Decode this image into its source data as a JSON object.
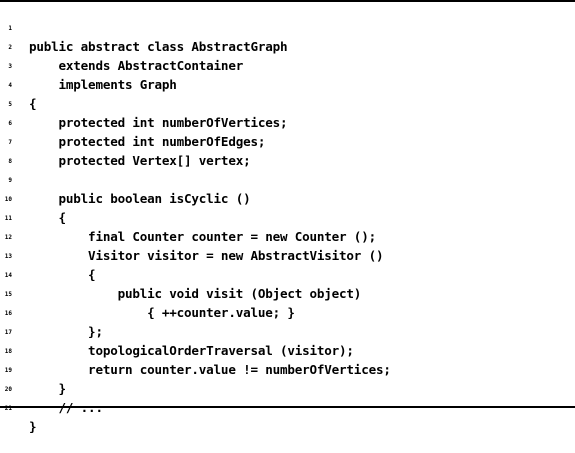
{
  "listing": {
    "lines": [
      {
        "number": "1",
        "code": "public abstract class AbstractGraph"
      },
      {
        "number": "2",
        "code": "    extends AbstractContainer"
      },
      {
        "number": "3",
        "code": "    implements Graph"
      },
      {
        "number": "4",
        "code": "{"
      },
      {
        "number": "5",
        "code": "    protected int numberOfVertices;"
      },
      {
        "number": "6",
        "code": "    protected int numberOfEdges;"
      },
      {
        "number": "7",
        "code": "    protected Vertex[] vertex;"
      },
      {
        "number": "8",
        "code": ""
      },
      {
        "number": "9",
        "code": "    public boolean isCyclic ()"
      },
      {
        "number": "10",
        "code": "    {"
      },
      {
        "number": "11",
        "code": "        final Counter counter = new Counter ();"
      },
      {
        "number": "12",
        "code": "        Visitor visitor = new AbstractVisitor ()"
      },
      {
        "number": "13",
        "code": "        {"
      },
      {
        "number": "14",
        "code": "            public void visit (Object object)"
      },
      {
        "number": "15",
        "code": "                { ++counter.value; }"
      },
      {
        "number": "16",
        "code": "        };"
      },
      {
        "number": "17",
        "code": "        topologicalOrderTraversal (visitor);"
      },
      {
        "number": "18",
        "code": "        return counter.value != numberOfVertices;"
      },
      {
        "number": "19",
        "code": "    }"
      },
      {
        "number": "20",
        "code": "    // ..."
      },
      {
        "number": "21",
        "code": "}"
      }
    ]
  }
}
